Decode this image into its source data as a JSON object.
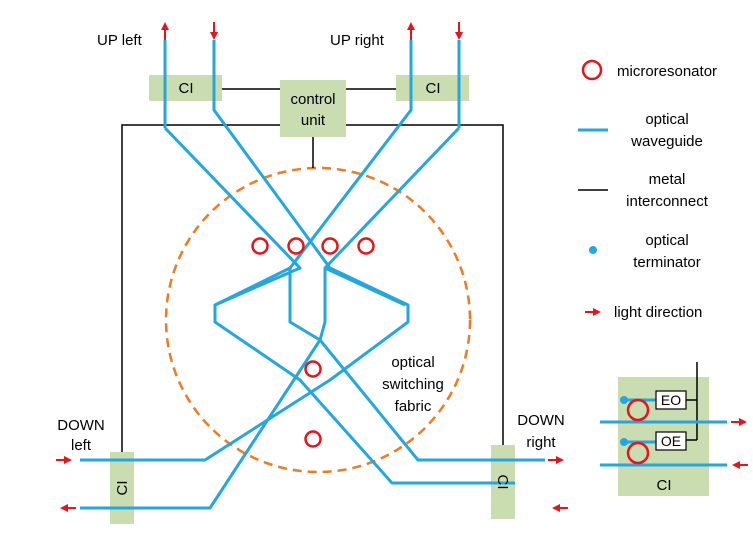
{
  "colors": {
    "waveguide": "#22a7e0",
    "wire": "#000000",
    "resonator": "#e8141b",
    "fabric_border": "#f07a20",
    "ci_box": "#c9ddb0",
    "arrow": "#e8141b",
    "terminator": "#22a7e0"
  },
  "ports": {
    "up_left": "UP left",
    "up_right": "UP right",
    "down_left_1": "DOWN",
    "down_left_2": "left",
    "down_right_1": "DOWN",
    "down_right_2": "right"
  },
  "blocks": {
    "ci_label": "CI",
    "control_1": "control",
    "control_2": "unit",
    "fabric_1": "optical",
    "fabric_2": "switching",
    "fabric_3": "fabric"
  },
  "legend": {
    "microresonator": "microresonator",
    "waveguide_1": "optical",
    "waveguide_2": "waveguide",
    "interconnect_1": "metal",
    "interconnect_2": "interconnect",
    "terminator_1": "optical",
    "terminator_2": "terminator",
    "light_direction": "light direction"
  },
  "inset": {
    "eo": "EO",
    "oe": "OE",
    "ci": "CI"
  },
  "icons": [
    "microresonator-icon",
    "arrow-right-icon",
    "arrow-up-icon",
    "arrow-down-icon",
    "terminator-dot-icon"
  ]
}
